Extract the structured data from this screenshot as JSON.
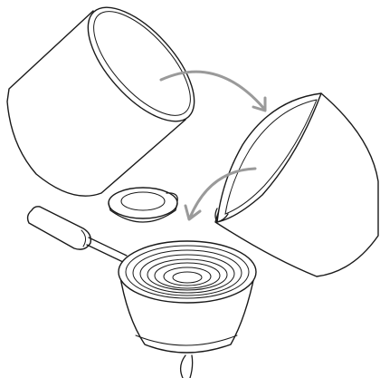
{
  "figure": {
    "components": [
      {
        "id": "cup-upright",
        "icon": "cup-icon"
      },
      {
        "id": "cup-tilted",
        "icon": "cup-icon"
      },
      {
        "id": "small-ring",
        "icon": "ring-icon"
      },
      {
        "id": "ladle-with-handle",
        "icon": "ladle-icon"
      }
    ],
    "arrows": [
      {
        "id": "arrow-cup-to-tilted",
        "icon": "curved-arrow-icon"
      },
      {
        "id": "arrow-pour-to-ring",
        "icon": "curved-arrow-icon"
      }
    ],
    "colors": {
      "ink": "#1a1a1a",
      "arrow": "#9a9a9a",
      "background": "#ffffff"
    }
  }
}
